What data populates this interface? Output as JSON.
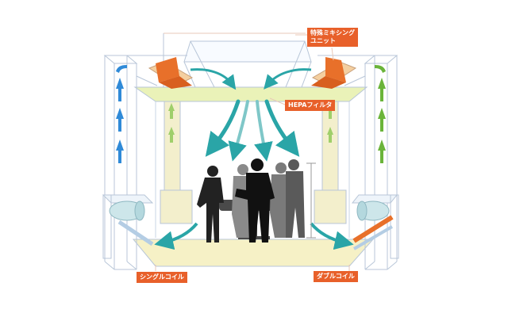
{
  "labels": {
    "mixing_unit": "特殊ミキシング\nユニット",
    "hepa_filter": "HEPAフィルタ",
    "single_coil": "シングルコイル",
    "double_coil": "ダブルコイル"
  },
  "colors": {
    "callout": "#e8602a",
    "frame_line": "#b8c6d8",
    "floor_fill": "#f6f1c6",
    "ceiling_fill": "#eaf2b8",
    "pillar_fill": "#f3efcc",
    "arrow_down": "#2aa5a7",
    "arrow_up_blue": "#2f8ad8",
    "arrow_up_green": "#6ab43a",
    "unit_orange": "#e8702a",
    "coil_fill": "#cde6ea",
    "people": "#222222",
    "people_gray": "#5a5a5a"
  }
}
